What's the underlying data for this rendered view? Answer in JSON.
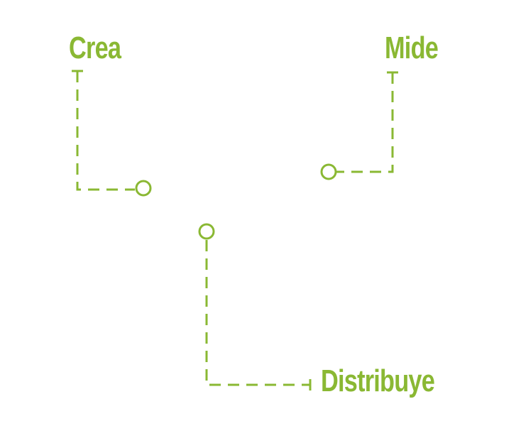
{
  "labels": {
    "crea": "Crea",
    "mide": "Mide",
    "distribuye": "Distribuye"
  },
  "colors": {
    "accent": "#8ab833",
    "background": "#ffffff"
  }
}
